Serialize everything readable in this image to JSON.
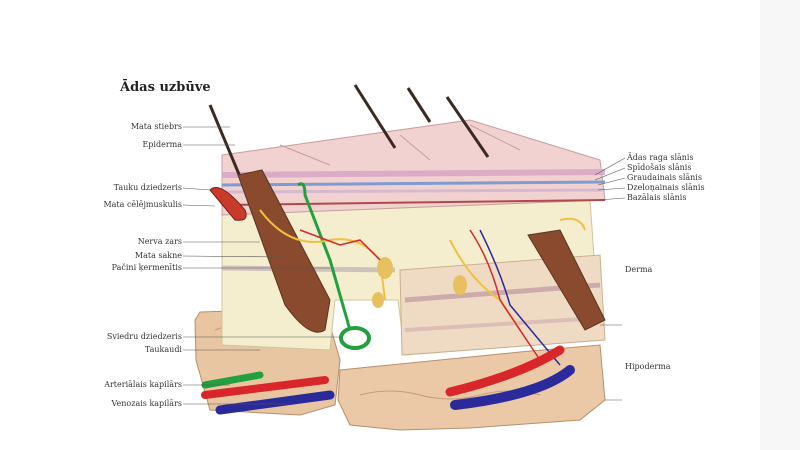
{
  "title": "Ādas uzbūve",
  "labels_left": [
    "Mata stiebrs",
    "Epiderma",
    "Tauku dziedzeris",
    "Mata cēlējmuskulis",
    "Nerva zars",
    "Mata sakne",
    "Pačini ķermenītis",
    "Sviedru dziedzeris",
    "Taukaudi",
    "Arteriālais kapilārs",
    "Venozais kapilārs"
  ],
  "labels_right": [
    "Ādas raga slānis",
    "Spīdošais slānis",
    "Graudainais slānis",
    "Dzeloņainais slānis",
    "Bazālais slānis",
    "Derma",
    "Hipoderma"
  ],
  "colors": {
    "epidermis_top": "#e8b5b8",
    "dermis": "#f3ecc8",
    "hypodermis": "#e8c9a8",
    "artery": "#d8262a",
    "vein": "#2a2a9a",
    "nerve": "#f0c040",
    "gland": "#22a040",
    "hair": "#5a3420"
  }
}
